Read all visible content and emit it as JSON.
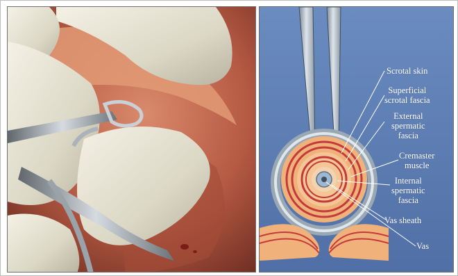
{
  "labels": {
    "scrotal_skin": "Scrotal skin",
    "superficial_line1": "Superficial",
    "superficial_line2": "scrotal fascia",
    "external_line1": "External",
    "external_line2": "spermatic",
    "external_line3": "fascia",
    "cremaster_line1": "Cremaster",
    "cremaster_line2": "muscle",
    "internal_line1": "Internal",
    "internal_line2": "spermatic",
    "internal_line3": "fascia",
    "vas_sheath": "Vas sheath",
    "vas": "Vas"
  },
  "colors": {
    "illustration_background": "#5f7fb3",
    "skin_orange": "#f0b27a",
    "fascia_red": "#c23a3a",
    "instrument_gray": "#b9c3cc",
    "label_text": "#ffffff"
  }
}
